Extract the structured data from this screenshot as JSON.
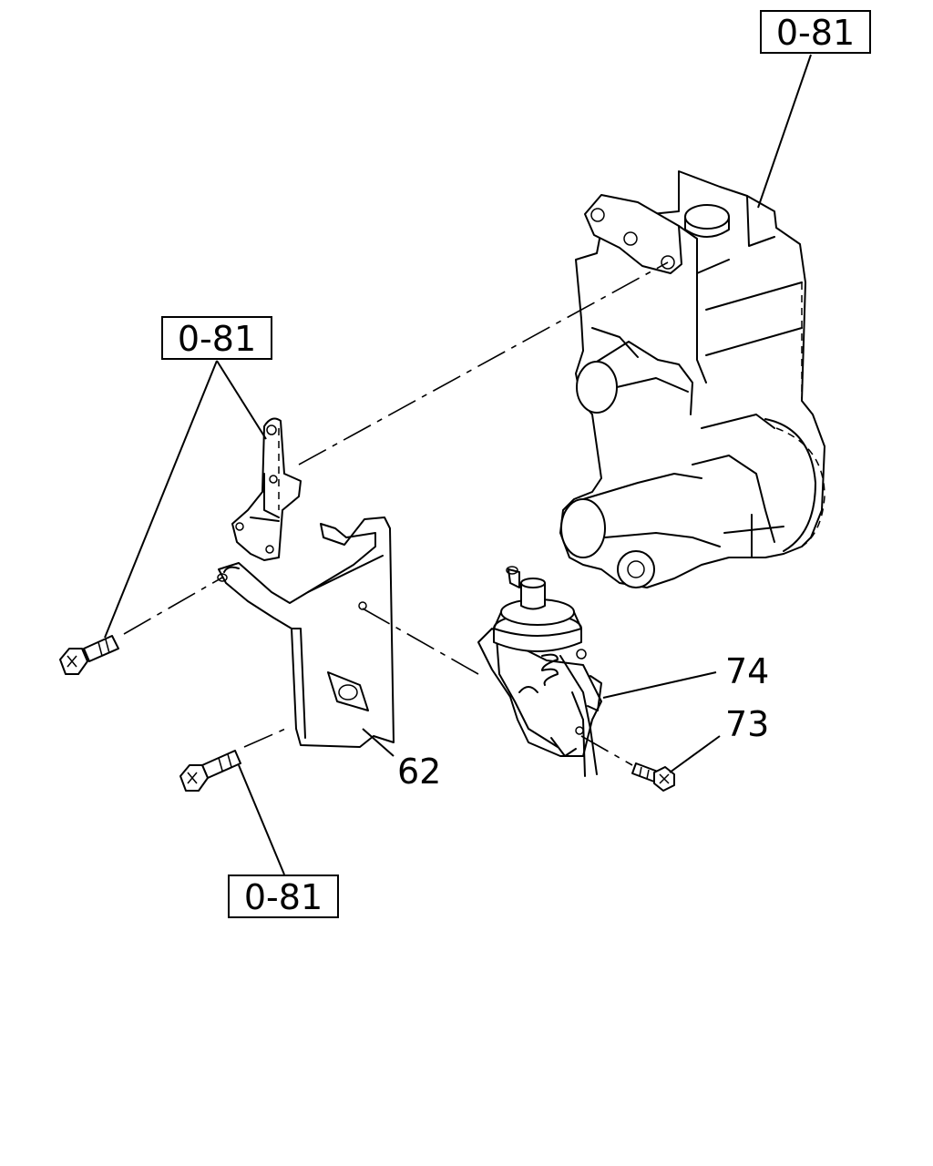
{
  "references": {
    "top_right": "0-81",
    "left_upper": "0-81",
    "bottom_left": "0-81"
  },
  "callouts": {
    "bracket": "62",
    "actuator": "74",
    "screw": "73"
  },
  "colors": {
    "line": "#000000",
    "background": "#ffffff"
  }
}
